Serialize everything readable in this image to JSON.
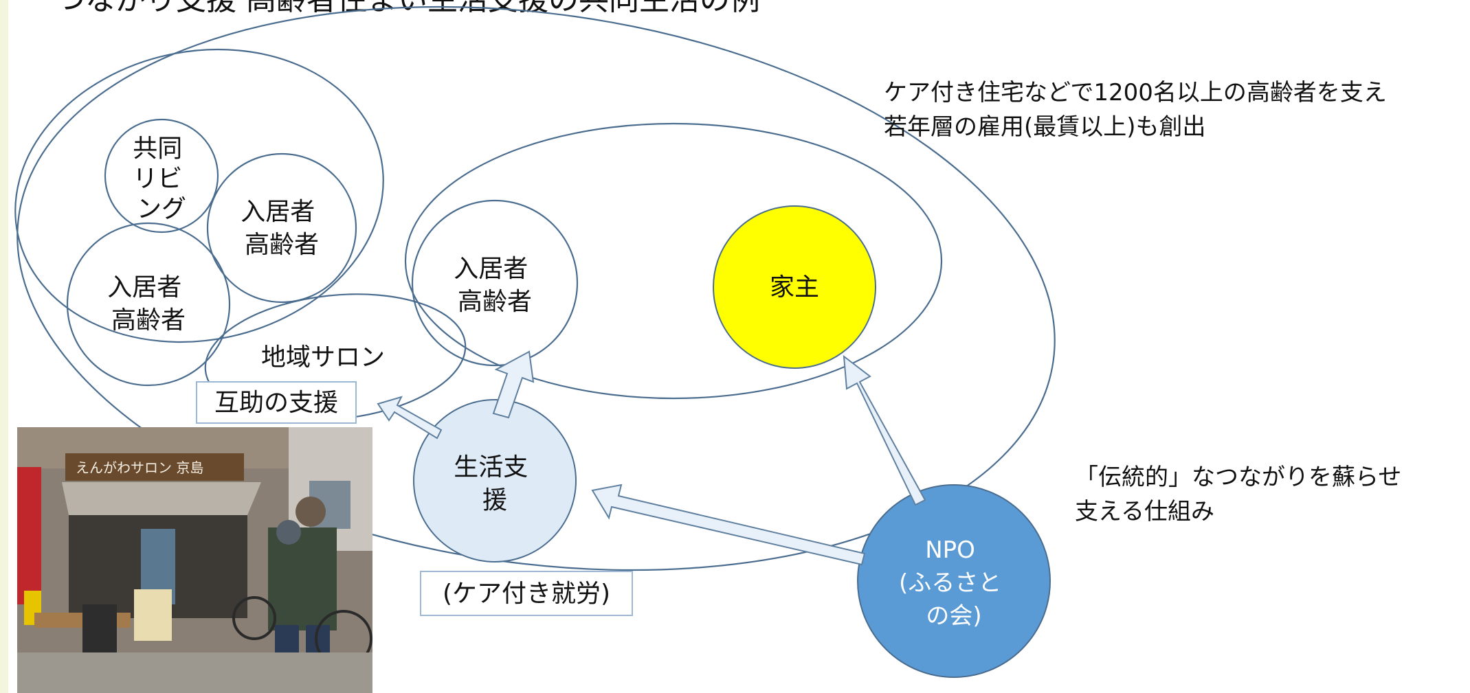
{
  "title": "つながり支援 高齢者住まい生活支援の共同生活の例",
  "note_top": {
    "line1": "ケア付き住宅などで1200名以上の高齢者を支え",
    "line2": "若年層の雇用(最賃以上)も創出"
  },
  "note_right": {
    "line1": "「伝統的」なつながりを蘇らせ",
    "line2": "支える仕組み"
  },
  "nodes": {
    "kyodo_living": [
      "共同",
      "リビ",
      "ング"
    ],
    "resident_a": [
      "入居者",
      "高齢者"
    ],
    "resident_b": [
      "入居者",
      "高齢者"
    ],
    "resident_c": [
      "入居者",
      "高齢者"
    ],
    "salon": "地域サロン",
    "landlord": "家主",
    "life_support": [
      "生活支",
      "援"
    ],
    "npo": [
      "NPO",
      "(ふるさと",
      "の会)"
    ]
  },
  "labels": {
    "mutual_support": "互助の支援",
    "care_work": "(ケア付き就労)"
  },
  "photo": {
    "sign": "えんがわサロン 京島"
  },
  "colors": {
    "landlord": "#ffff00",
    "npo": "#5b9bd5",
    "life_support": "#deebf7",
    "outline": "#4a6c8e"
  }
}
